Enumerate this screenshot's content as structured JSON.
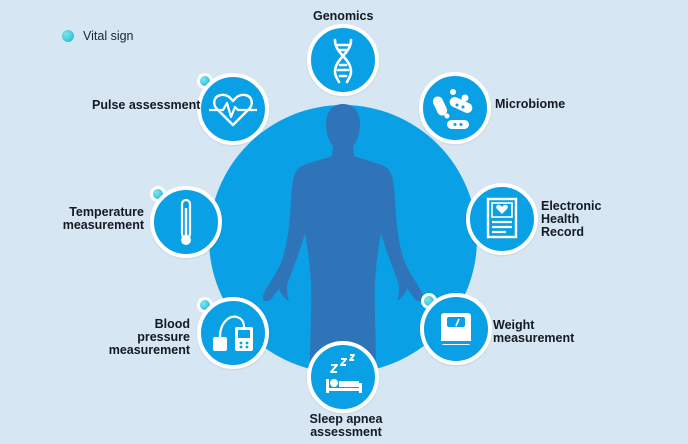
{
  "legend": {
    "label": "Vital sign"
  },
  "nodes": {
    "genomics": {
      "label": "Genomics",
      "icon": "dna-icon"
    },
    "microbiome": {
      "label": "Microbiome",
      "icon": "bacteria-icon"
    },
    "ehr": {
      "label": "Electronic\nHealth\nRecord",
      "icon": "medical-record-icon"
    },
    "weight": {
      "label": "Weight\nmeasurement",
      "icon": "scale-icon"
    },
    "sleep": {
      "label": "Sleep apnea\nassessment",
      "icon": "sleeping-person-icon"
    },
    "bp": {
      "label": "Blood pressure\nmeasurement",
      "icon": "blood-pressure-monitor-icon",
      "vital_sign": true
    },
    "temperature": {
      "label": "Temperature\nmeasurement",
      "icon": "thermometer-icon",
      "vital_sign": true
    },
    "pulse": {
      "label": "Pulse assessment",
      "icon": "heart-pulse-icon",
      "vital_sign": true
    }
  },
  "colors": {
    "background": "#d6e6f3",
    "main_circle": "#0aa0e6",
    "body_silhouette": "#2f74b8",
    "vital_dot": "#17b3c8",
    "label_text": "#141a22"
  }
}
